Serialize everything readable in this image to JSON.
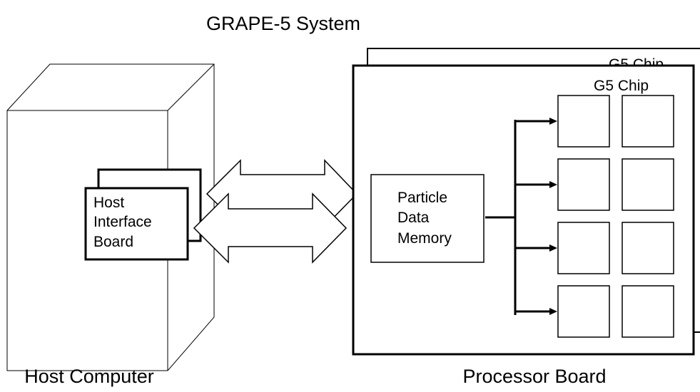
{
  "title": "GRAPE-5 System",
  "host": {
    "label": "Host Computer",
    "board_lines": [
      "Host",
      "Interface",
      "Board"
    ]
  },
  "processor": {
    "label": "Processor Board",
    "back_chip_label": "G5 Chip",
    "chip_label": "G5 Chip",
    "memory_lines": [
      "Particle",
      "Data",
      "Memory"
    ],
    "chip_grid": {
      "rows": 4,
      "cols": 2
    }
  },
  "colors": {
    "stroke": "#000000",
    "fill": "#ffffff"
  }
}
